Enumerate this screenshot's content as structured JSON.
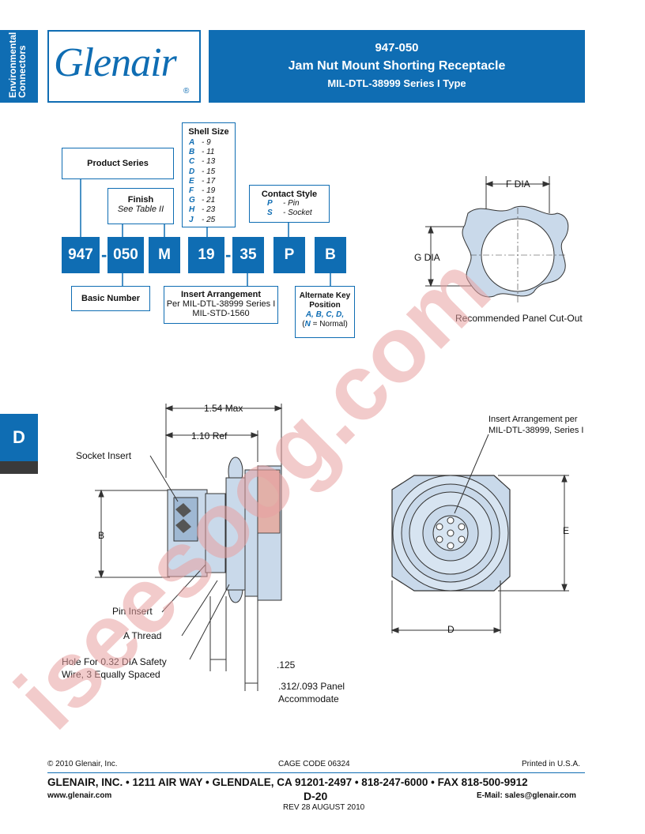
{
  "side_tab": "Environmental Connectors",
  "logo": {
    "text": "Glenair",
    "reg": "®"
  },
  "header": {
    "part": "947-050",
    "title": "Jam Nut Mount Shorting Receptacle",
    "subtitle": "MIL-DTL-38999 Series I Type"
  },
  "part_number": {
    "segments": [
      "947",
      "050",
      "M",
      "19",
      "35",
      "P",
      "B"
    ],
    "dash": "-"
  },
  "callouts": {
    "product_series": "Product Series",
    "finish_title": "Finish",
    "finish_sub": "See Table II",
    "shell_size_title": "Shell Size",
    "shell_sizes": [
      {
        "code": "A",
        "size": "9"
      },
      {
        "code": "B",
        "size": "11"
      },
      {
        "code": "C",
        "size": "13"
      },
      {
        "code": "D",
        "size": "15"
      },
      {
        "code": "E",
        "size": "17"
      },
      {
        "code": "F",
        "size": "19"
      },
      {
        "code": "G",
        "size": "21"
      },
      {
        "code": "H",
        "size": "23"
      },
      {
        "code": "J",
        "size": "25"
      }
    ],
    "contact_style_title": "Contact Style",
    "contact_styles": [
      {
        "code": "P",
        "name": "Pin"
      },
      {
        "code": "S",
        "name": "Socket"
      }
    ],
    "basic_number": "Basic Number",
    "insert_title": "Insert Arrangement",
    "insert_line1": "Per MIL-DTL-38999 Series I",
    "insert_line2": "MIL-STD-1560",
    "altkey_title1": "Alternate Key",
    "altkey_title2": "Position",
    "altkey_codes": "A, B, C, D,",
    "altkey_normal_code": "N",
    "altkey_normal": "= Normal"
  },
  "panel_cutout": {
    "f_dia": "F DIA",
    "g_dia": "G DIA",
    "caption": "Recommended Panel Cut-Out"
  },
  "side_view": {
    "max_len": "1.54 Max",
    "ref_len": "1.10 Ref",
    "socket_insert": "Socket Insert",
    "b": "B",
    "pin_insert": "Pin Insert",
    "a_thread": "A Thread",
    "hole_line1": "Hole For 0.32 DIA Safety",
    "hole_line2": "Wire, 3 Equally Spaced",
    "dim_125": ".125",
    "panel_line1": ".312/.093 Panel",
    "panel_line2": "Accommodate"
  },
  "front_view": {
    "insert_line1": "Insert Arrangement per",
    "insert_line2": "MIL-DTL-38999, Series I",
    "e": "E",
    "d": "D"
  },
  "section_tab": "D",
  "footer": {
    "copyright": "© 2010 Glenair, Inc.",
    "cage": "CAGE CODE 06324",
    "printed": "Printed in U.S.A.",
    "address": "GLENAIR, INC. • 1211 AIR WAY • GLENDALE, CA 91201-2497 • 818-247-6000 • FAX 818-500-9912",
    "web": "www.glenair.com",
    "page": "D-20",
    "email": "E-Mail: sales@glenair.com",
    "rev": "REV 28 AUGUST 2010"
  },
  "watermark": "iseesoog.com",
  "colors": {
    "brand_blue": "#0f6db3",
    "watermark": "#e8a0a0"
  }
}
